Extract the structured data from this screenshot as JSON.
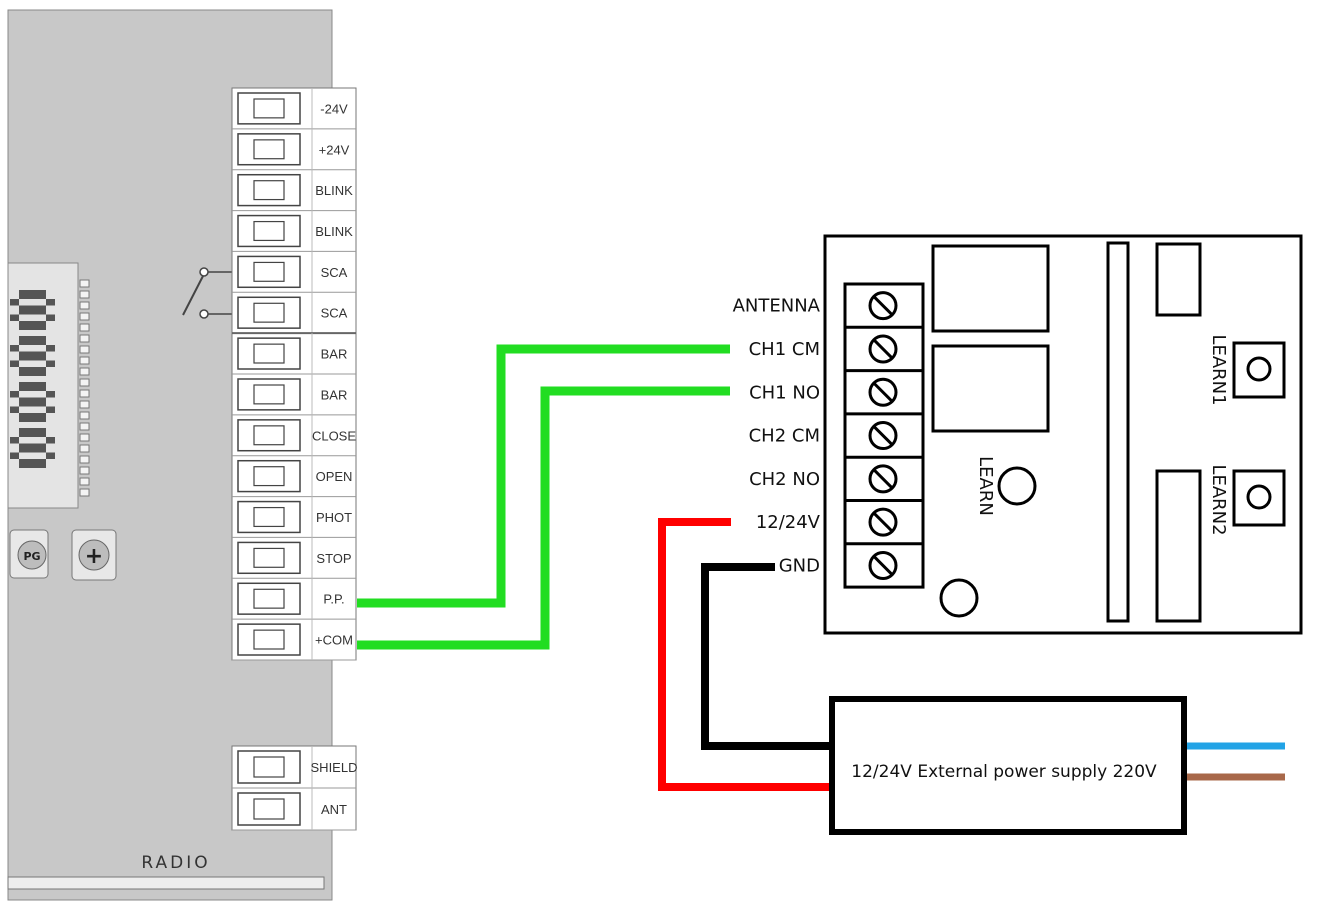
{
  "controller": {
    "terminals_top": [
      "-24V",
      "+24V",
      "BLINK",
      "BLINK",
      "SCA",
      "SCA"
    ],
    "terminals_bottom": [
      "BAR",
      "BAR",
      "CLOSE",
      "OPEN",
      "PHOT",
      "STOP",
      "P.P.",
      "+COM"
    ],
    "terminals_radio": [
      "SHIELD",
      "ANT"
    ],
    "radio_label": "RADIO",
    "display_digits": "8888",
    "buttons": [
      "PG",
      "+"
    ]
  },
  "receiver": {
    "terminals": [
      "ANTENNA",
      "CH1 CM",
      "CH1 NO",
      "CH2 CM",
      "CH2 NO",
      "12/24V",
      "GND"
    ],
    "learn_labels": [
      "LEARN",
      "LEARN1",
      "LEARN2"
    ]
  },
  "power_supply": {
    "label": "12/24V External power supply 220V"
  },
  "wire_colors": {
    "signal": "#22dd22",
    "positive": "#ff0000",
    "ground": "#000000",
    "neutral": "#22a3e6",
    "live": "#a8684a"
  }
}
